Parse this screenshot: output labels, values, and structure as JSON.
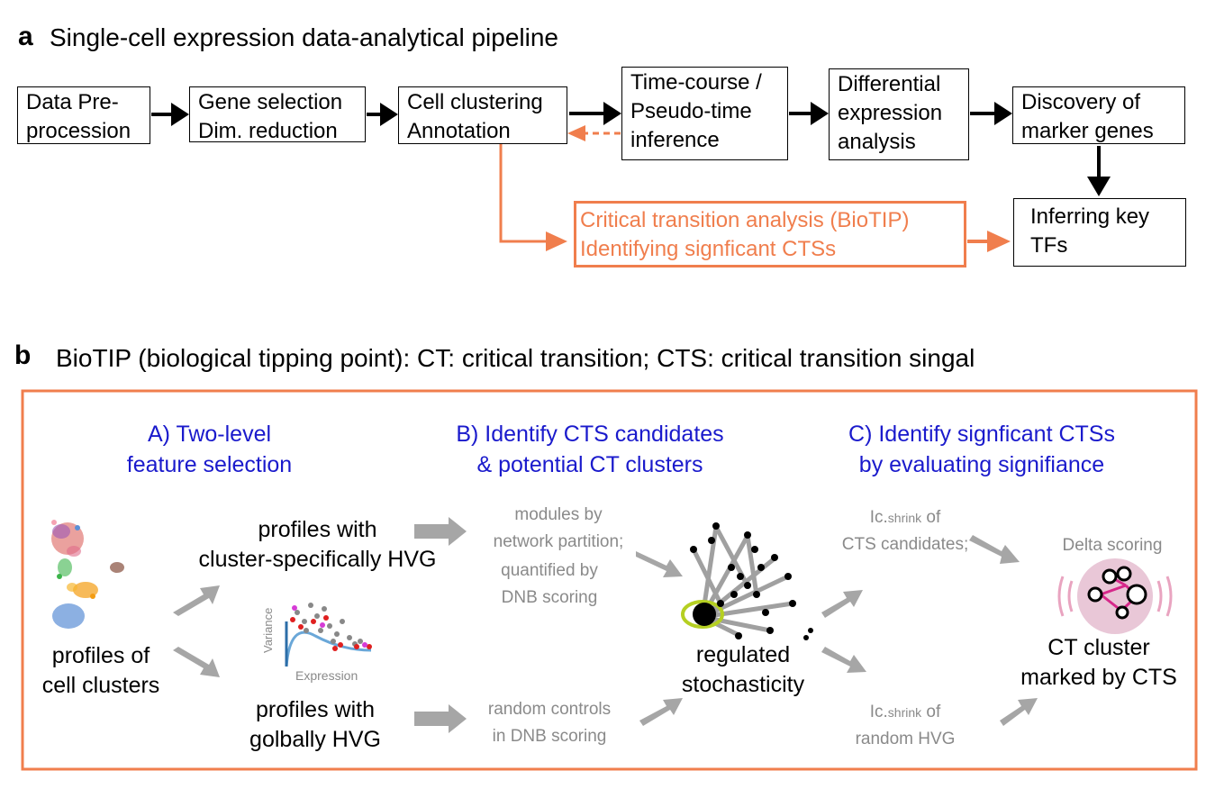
{
  "panel_a": {
    "letter": "a",
    "title": "Single-cell expression data-analytical pipeline",
    "boxes": {
      "preprocess": [
        "Data Pre-",
        "procession"
      ],
      "gene_selection": [
        "Gene selection",
        "Dim. reduction"
      ],
      "clustering": [
        "Cell clustering",
        "Annotation"
      ],
      "timecourse": [
        "Time-course /",
        "Pseudo-time",
        "inference"
      ],
      "differential": [
        "Differential",
        "expression",
        "analysis"
      ],
      "markers": [
        "Discovery of",
        "marker genes"
      ],
      "critical": [
        "Critical transition analysis (BioTIP)",
        "Identifying signficant CTSs"
      ],
      "tfs": [
        "Inferring key",
        "TFs"
      ]
    }
  },
  "panel_b": {
    "letter": "b",
    "title": "BioTIP (biological tipping point): CT: critical transition; CTS: critical transition singal",
    "headings": {
      "a": [
        "A) Two-level",
        "feature selection"
      ],
      "b": [
        "B) Identify CTS candidates",
        "& potential CT clusters"
      ],
      "c": [
        "C) Identify signficant CTSs",
        "by evaluating signifiance"
      ]
    },
    "labels": {
      "cell_clusters": [
        "profiles of",
        "cell clusters"
      ],
      "cluster_hvg": [
        "profiles with",
        "cluster-specifically HVG"
      ],
      "global_hvg": [
        "profiles with",
        "golbally HVG"
      ],
      "regulated": [
        "regulated",
        "stochasticity"
      ],
      "ct_cluster": [
        "CT cluster",
        "marked by CTS"
      ]
    },
    "gray_labels": {
      "modules": [
        "modules by",
        "network partition;"
      ],
      "quantified": [
        "quantified by",
        "DNB scoring"
      ],
      "random_controls": [
        "random controls",
        "in DNB scoring"
      ],
      "ic_cts_main": "Ic.",
      "ic_cts_sub": "shrink",
      "ic_cts_tail": " of",
      "ic_cts_line2": "CTS candidates;",
      "ic_rand_main": "Ic.",
      "ic_rand_sub": "shrink",
      "ic_rand_tail": " of",
      "ic_rand_line2": "random HVG",
      "delta": "Delta scoring",
      "variance_axis": "Variance",
      "expression_axis": "Expression"
    }
  },
  "colors": {
    "orange": "#f07e4d",
    "blue_heading": "#1a1acc",
    "gray_text": "#8a8a8a",
    "gray_arrow": "#a6a6a6"
  }
}
